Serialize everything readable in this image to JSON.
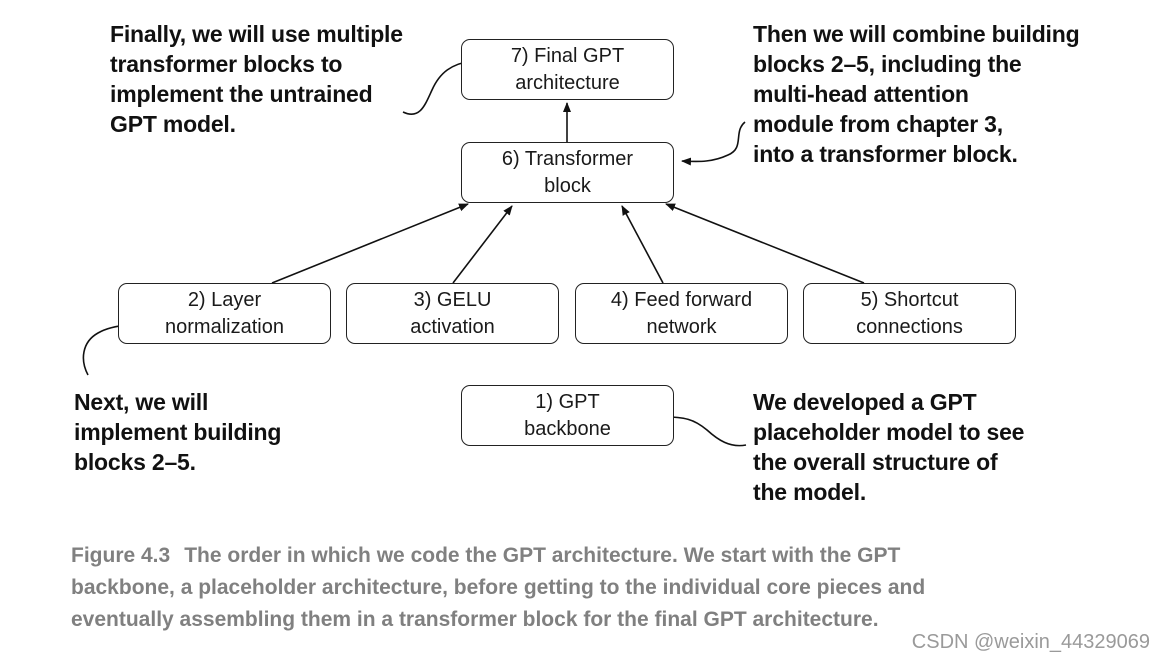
{
  "nodes": {
    "final_gpt": [
      "7) Final GPT",
      "architecture"
    ],
    "transformer_block": [
      "6) Transformer",
      "block"
    ],
    "layer_norm": [
      "2) Layer",
      "normalization"
    ],
    "gelu": [
      "3) GELU",
      "activation"
    ],
    "feed_forward": [
      "4) Feed forward",
      "network"
    ],
    "shortcut": [
      "5) Shortcut",
      "connections"
    ],
    "gpt_backbone": [
      "1) GPT",
      "backbone"
    ]
  },
  "notes": {
    "top_left": [
      "Finally, we will use multiple",
      "transformer blocks to",
      "implement the untrained",
      "GPT model."
    ],
    "top_right": [
      "Then we will combine building",
      "blocks 2–5, including the",
      "multi-head attention",
      "module from chapter 3,",
      "into a transformer block."
    ],
    "mid_left": [
      "Next, we will",
      "implement building",
      "blocks 2–5."
    ],
    "mid_right": [
      "We developed a GPT",
      "placeholder model to see",
      "the overall structure of",
      "the model."
    ]
  },
  "caption": {
    "label": "Figure 4.3",
    "lines": [
      "The order in which we code the GPT architecture. We start with the GPT",
      "backbone, a placeholder architecture, before getting to the individual core pieces and",
      "eventually assembling them in a transformer block for the final GPT architecture."
    ]
  },
  "watermark": "CSDN @weixin_44329069",
  "colors": {
    "box_border": "#222222",
    "text": "#111111",
    "caption": "#808080",
    "watermark": "#9a9a9a"
  }
}
